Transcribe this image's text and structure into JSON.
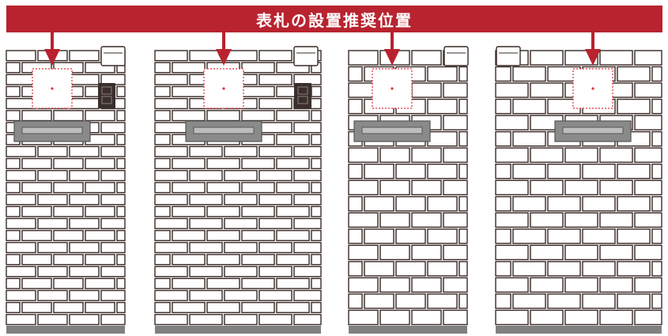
{
  "banner": {
    "title": "表札の設置推奨位置"
  },
  "colors": {
    "banner": "#b8232f",
    "arrow": "#b8232f",
    "brick_outline": "#3a2a26",
    "brick_fill": "#ffffff",
    "joint": "#f2f2f2",
    "base": "#808080",
    "target_marker": "#e0303a",
    "post_box": "#8a8a8a",
    "intercom": "#3a2f2c"
  },
  "walls": [
    {
      "name": "wall-1",
      "brick_rows": 23,
      "has_intercom": true,
      "cap_side": "right",
      "recommended_nameplate_spot": true
    },
    {
      "name": "wall-2",
      "brick_rows": 23,
      "has_intercom": true,
      "cap_side": "right",
      "recommended_nameplate_spot": true
    },
    {
      "name": "wall-3",
      "brick_rows": 17,
      "has_intercom": false,
      "cap_side": "right",
      "recommended_nameplate_spot": true
    },
    {
      "name": "wall-4",
      "brick_rows": 17,
      "has_intercom": false,
      "cap_side": "left",
      "recommended_nameplate_spot": true
    }
  ]
}
